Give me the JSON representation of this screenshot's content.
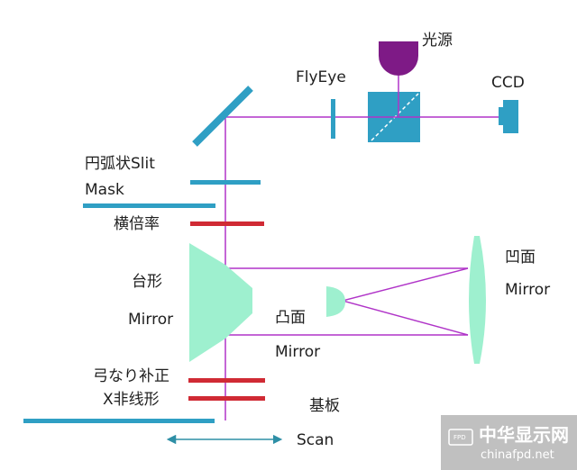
{
  "labels": {
    "light_source": "光源",
    "flyeye": "FlyEye",
    "ccd": "CCD",
    "arc_slit": "円弧状Slit",
    "mask": "Mask",
    "horizontal_magnification": "横倍率",
    "trapezoid": "台形",
    "trapezoid_mirror": "Mirror",
    "convex": "凸面",
    "convex_mirror": "Mirror",
    "concave": "凹面",
    "concave_mirror": "Mirror",
    "bow_correction": "弓なり补正",
    "x_nonlinear": "X非线形",
    "substrate": "基板",
    "scan": "Scan"
  },
  "watermark": {
    "logo_text": "FPD",
    "name_cn": "中华显示网",
    "url": "chinafpd.net"
  },
  "colors": {
    "optic_blue": "#2f9fc4",
    "beam_magenta": "#b034c8",
    "source_purple": "#7e1a86",
    "corrector_red": "#d02a34",
    "mirror_mint": "#9ef0cf",
    "scan_arrow": "#2e8fa6",
    "watermark_gray": "#b9b9b9"
  }
}
